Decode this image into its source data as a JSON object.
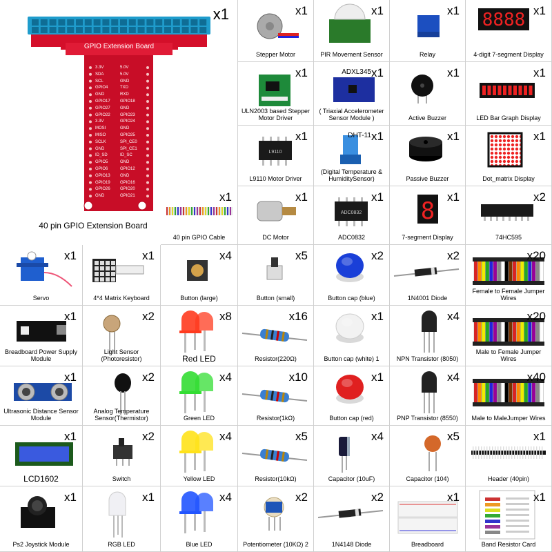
{
  "gpio_board": {
    "qty": "x1",
    "header_label": "GPIO Extension Board",
    "caption": "40 pin GPIO Extension Board",
    "pins_left": [
      "3.3V",
      "SDA",
      "SCL",
      "GPIO4",
      "GND",
      "GPIO17",
      "GPIO27",
      "GPIO22",
      "3.3V",
      "MOSI",
      "MISO",
      "SCLK",
      "GND",
      "ID_SD",
      "GPIO5",
      "GPIO6",
      "GPIO13",
      "GPIO19",
      "GPIO26",
      "GND"
    ],
    "pins_right": [
      "5.0V",
      "5.0V",
      "GND",
      "TXD",
      "RXD",
      "GPIO18",
      "GND",
      "GPIO23",
      "GPIO24",
      "GND",
      "GPIO25",
      "SPI_CE0",
      "SPI_CE1",
      "ID_SC",
      "GND",
      "GPIO12",
      "GND",
      "GPIO16",
      "GPIO20",
      "GPIO21"
    ]
  },
  "items": [
    {
      "id": "stepper",
      "qty": "x1",
      "label": "Stepper Motor"
    },
    {
      "id": "pir",
      "qty": "x1",
      "label": "PIR Movement Sensor"
    },
    {
      "id": "relay",
      "qty": "x1",
      "label": "Relay"
    },
    {
      "id": "seg4",
      "qty": "x1",
      "label": "4-digit 7-segment Display"
    },
    {
      "id": "uln",
      "qty": "x1",
      "label": "ULN2003 based Stepper Motor Driver"
    },
    {
      "id": "adxl",
      "qty": "x1",
      "label": "( Triaxial Accelerometer Sensor Module )",
      "tag": "ADXL345"
    },
    {
      "id": "buzzer_a",
      "qty": "x1",
      "label": "Active Buzzer"
    },
    {
      "id": "bargraph",
      "qty": "x1",
      "label": "LED Bar Graph Display"
    },
    {
      "id": "l9110",
      "qty": "x1",
      "label": "L9110 Motor Driver"
    },
    {
      "id": "dht",
      "qty": "x1",
      "label": "(Digital Temperature & HumiditySensor)",
      "tag": "DHT-11"
    },
    {
      "id": "buzzer_p",
      "qty": "x1",
      "label": "Passive Buzzer"
    },
    {
      "id": "dotmatrix",
      "qty": "x1",
      "label": "Dot_matrix Display"
    },
    {
      "id": "cable",
      "qty": "x1",
      "label": "40 pin GPIO Cable"
    },
    {
      "id": "dcmotor",
      "qty": "x1",
      "label": "DC Motor"
    },
    {
      "id": "adc",
      "qty": "x1",
      "label": "ADC0832"
    },
    {
      "id": "seg1",
      "qty": "x1",
      "label": "7-segment Display"
    },
    {
      "id": "hc595",
      "qty": "x2",
      "label": "74HC595"
    },
    {
      "id": "servo",
      "qty": "x1",
      "label": "Servo"
    },
    {
      "id": "keypad",
      "qty": "x1",
      "label": "4*4 Matrix Keyboard"
    },
    {
      "id": "btn_large",
      "qty": "x4",
      "label": "Button (large)"
    },
    {
      "id": "btn_small",
      "qty": "x5",
      "label": "Button (small)"
    },
    {
      "id": "cap_blue",
      "qty": "x2",
      "label": "Button cap (blue)"
    },
    {
      "id": "diode4001",
      "qty": "x2",
      "label": "1N4001 Diode"
    },
    {
      "id": "jumper_ff",
      "qty": "x20",
      "label": "Female to Female Jumper Wires"
    },
    {
      "id": "bb_power",
      "qty": "x1",
      "label": "Breadboard Power Supply Module"
    },
    {
      "id": "ldr",
      "qty": "x2",
      "label": "Light Sensor (Photoresistor)"
    },
    {
      "id": "red_led",
      "qty": "x8",
      "label": "Red LED"
    },
    {
      "id": "res220",
      "qty": "x16",
      "label": "Resistor(220Ω)"
    },
    {
      "id": "cap_white",
      "qty": "x1",
      "label": "Button cap (white) 1"
    },
    {
      "id": "npn",
      "qty": "x4",
      "label": "NPN Transistor (8050)"
    },
    {
      "id": "jumper_mf",
      "qty": "x20",
      "label": "Male to Female Jumper Wires"
    },
    {
      "id": "ultrasonic",
      "qty": "x1",
      "label": "Ultrasonic Distance Sensor Module"
    },
    {
      "id": "thermistor",
      "qty": "x2",
      "label": "Analog Temperature Sensor(Thermistor)"
    },
    {
      "id": "green_led",
      "qty": "x4",
      "label": "Green LED"
    },
    {
      "id": "res1k",
      "qty": "x10",
      "label": "Resistor(1kΩ)"
    },
    {
      "id": "cap_red",
      "qty": "x1",
      "label": "Button cap (red)"
    },
    {
      "id": "pnp",
      "qty": "x4",
      "label": "PNP Transistor (8550)"
    },
    {
      "id": "jumper_mm",
      "qty": "x40",
      "label": "Male to MaleJumper Wires"
    },
    {
      "id": "lcd",
      "qty": "x1",
      "label": "LCD1602"
    },
    {
      "id": "switch",
      "qty": "x2",
      "label": "Switch"
    },
    {
      "id": "yellow_led",
      "qty": "x4",
      "label": "Yellow LED"
    },
    {
      "id": "res10k",
      "qty": "x5",
      "label": "Resistor(10kΩ)"
    },
    {
      "id": "cap10uf",
      "qty": "x4",
      "label": "Capacitor (10uF)"
    },
    {
      "id": "cap104",
      "qty": "x5",
      "label": "Capacitor (104)"
    },
    {
      "id": "header",
      "qty": "x1",
      "label": "Header (40pin)"
    },
    {
      "id": "joystick",
      "qty": "x1",
      "label": "Ps2 Joystick Module"
    },
    {
      "id": "rgb_led",
      "qty": "x1",
      "label": "RGB LED"
    },
    {
      "id": "blue_led",
      "qty": "x4",
      "label": "Blue LED"
    },
    {
      "id": "pot",
      "qty": "x2",
      "label": "Potentiometer (10KΩ) 2"
    },
    {
      "id": "diode4148",
      "qty": "x2",
      "label": "1N4148 Diode"
    },
    {
      "id": "breadboard",
      "qty": "x1",
      "label": "Breadboard"
    },
    {
      "id": "rescard",
      "qty": "x1",
      "label": "Band Resistor Card"
    }
  ],
  "component_text": {
    "l9110_chip": "L9110",
    "adc_chip": "ADC0832",
    "seg1_digit": "8",
    "seg4_digits": "8888",
    "cable_stripe": ""
  },
  "colors": {
    "pcb_red": "#d40f2a",
    "header_blue": "#2aa8d8",
    "led_red": "#ff3b1f",
    "led_green": "#33dd33",
    "led_yellow": "#ffe21a",
    "led_blue": "#2255ff",
    "cap_blue": "#1a3fd8",
    "cap_red": "#e02020"
  }
}
